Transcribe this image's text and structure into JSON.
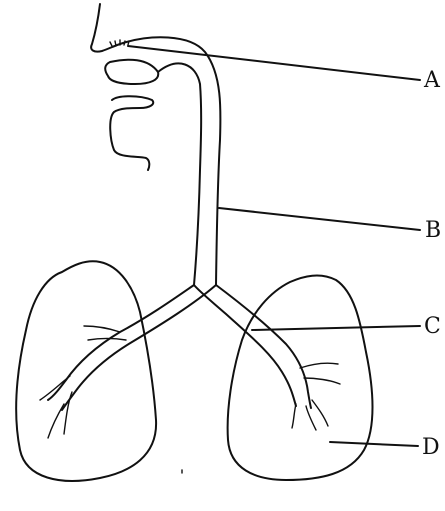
{
  "labels": {
    "a": "A",
    "b": "B",
    "c": "C",
    "d": "D"
  },
  "colors": {
    "ink": "#111111",
    "background": "#ffffff"
  }
}
